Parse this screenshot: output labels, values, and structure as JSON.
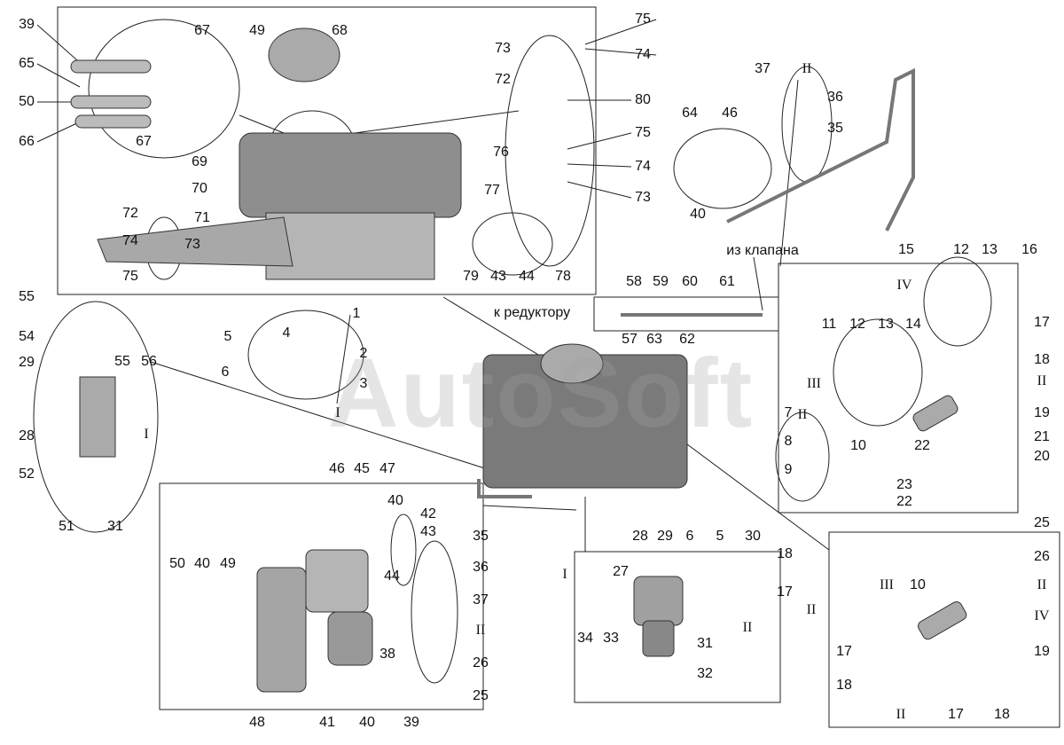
{
  "watermark": "AutoSoft",
  "captions": {
    "from_valve": "из клапана",
    "to_reducer": "к редуктору"
  },
  "labels": [
    "39",
    "65",
    "50",
    "66",
    "67",
    "49",
    "68",
    "67",
    "69",
    "70",
    "71",
    "72",
    "74",
    "73",
    "75",
    "73",
    "72",
    "75",
    "74",
    "80",
    "75",
    "74",
    "73",
    "76",
    "77",
    "79",
    "43",
    "44",
    "78",
    "37",
    "II",
    "64",
    "46",
    "36",
    "35",
    "40",
    "15",
    "12",
    "13",
    "16",
    "IV",
    "12",
    "13",
    "11",
    "14",
    "17",
    "18",
    "II",
    "III",
    "19",
    "II",
    "7",
    "8",
    "21",
    "9",
    "10",
    "22",
    "20",
    "23",
    "22",
    "58",
    "59",
    "60",
    "61",
    "57",
    "63",
    "62",
    "55",
    "54",
    "29",
    "28",
    "52",
    "51",
    "31",
    "55",
    "56",
    "I",
    "5",
    "4",
    "1",
    "2",
    "6",
    "3",
    "I",
    "46",
    "45",
    "47",
    "40",
    "42",
    "43",
    "44",
    "35",
    "36",
    "37",
    "II",
    "26",
    "25",
    "50",
    "40",
    "49",
    "38",
    "48",
    "41",
    "40",
    "39",
    "28",
    "29",
    "6",
    "5",
    "30",
    "18",
    "27",
    "I",
    "17",
    "II",
    "34",
    "33",
    "31",
    "32",
    "25",
    "26",
    "II",
    "IV",
    "II",
    "III",
    "10",
    "19",
    "17",
    "18",
    "II",
    "17",
    "18"
  ],
  "colors": {
    "part": "#9a9a9a",
    "part_dark": "#4a4a4a",
    "line": "#222222"
  }
}
